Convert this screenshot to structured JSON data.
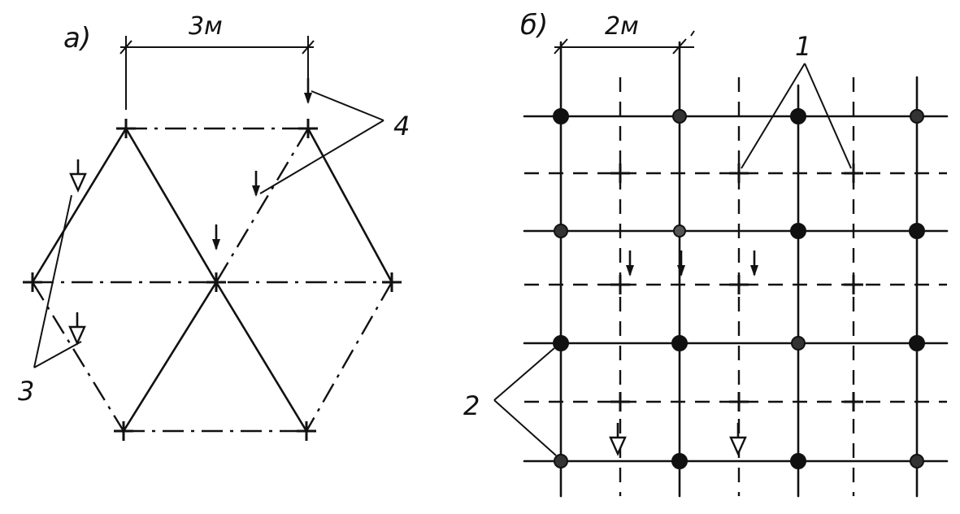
{
  "diagram": {
    "panel_a": {
      "label": "а)",
      "dimension": "3м",
      "callout_3": "3",
      "callout_4": "4"
    },
    "panel_b": {
      "label": "б)",
      "dimension": "2м",
      "callout_1": "1",
      "callout_2": "2"
    }
  },
  "colors": {
    "ink": "#111111",
    "paper": "#ffffff"
  },
  "icons": [
    "cross-mark-icon",
    "filled-dot-icon",
    "arrow-down-icon",
    "open-arrow-down-icon"
  ]
}
